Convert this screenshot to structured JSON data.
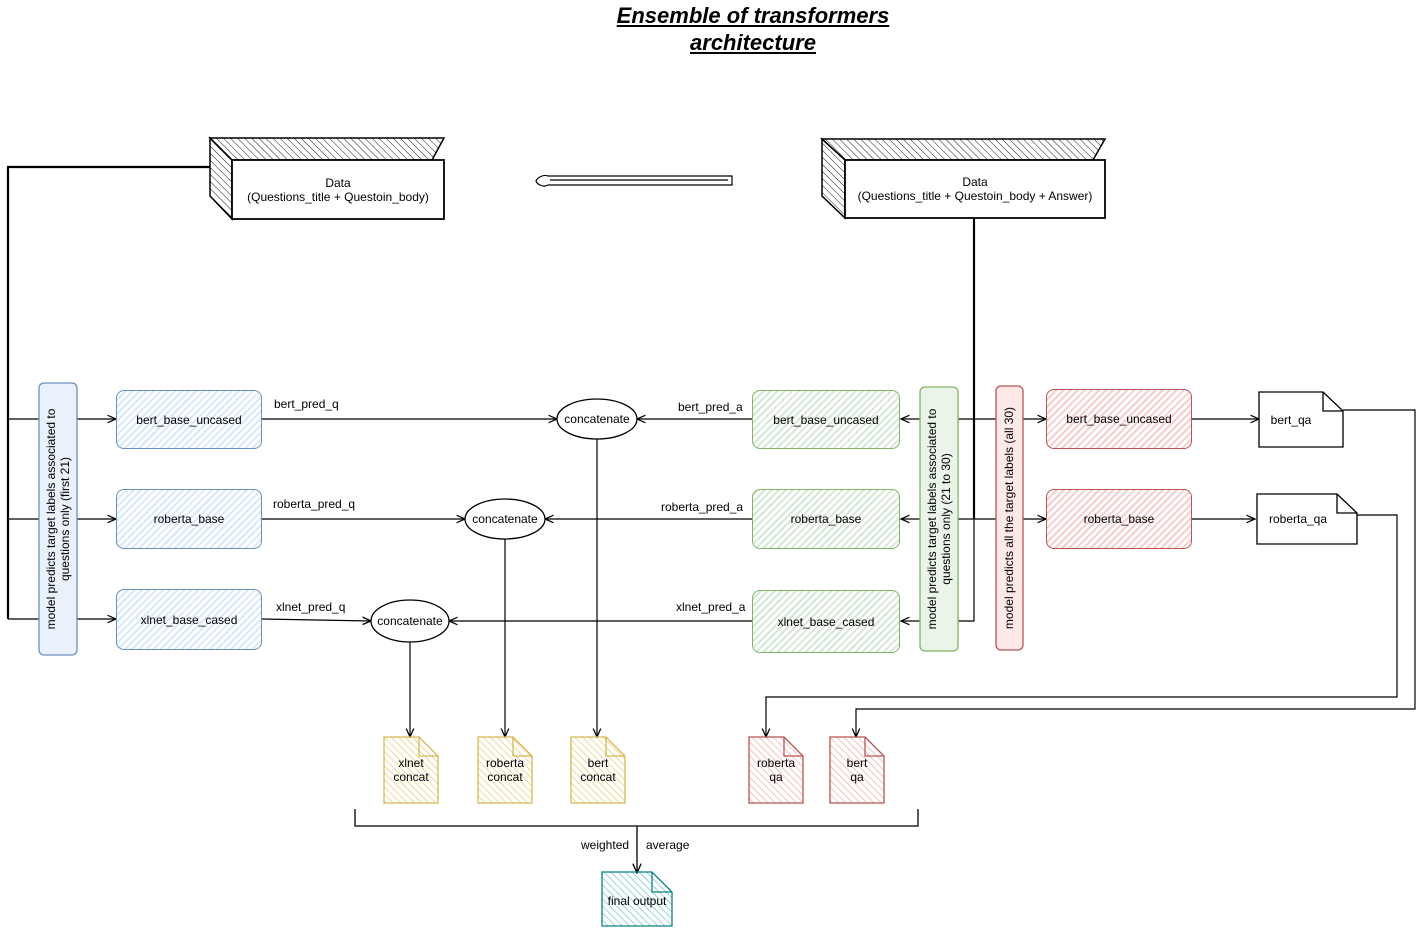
{
  "title": {
    "line1": "Ensemble of transformers",
    "line2": "architecture"
  },
  "data_sources": {
    "left": {
      "label": "Data",
      "sublabel": "(Questions_title + Questoin_body)"
    },
    "right": {
      "label": "Data",
      "sublabel": "(Questions_title + Questoin_body + Answer)"
    }
  },
  "group_labels": {
    "question_models": {
      "line1": "model predicts target labels associated to",
      "line2": "questions only (first 21)"
    },
    "answer_models": {
      "line1": "model predicts target labels associated to",
      "line2": "questions only (21 to 30)"
    },
    "qa_models": {
      "line1": "model predicts all the target labels (all 30)"
    }
  },
  "question_models": [
    "bert_base_uncased",
    "roberta_base",
    "xlnet_base_cased"
  ],
  "answer_models": [
    "bert_base_uncased",
    "roberta_base",
    "xlnet_base_cased"
  ],
  "qa_models": [
    "bert_base_uncased",
    "roberta_base"
  ],
  "qa_outputs": [
    "bert_qa",
    "roberta_qa"
  ],
  "concat_label": "concatenate",
  "edge_labels": {
    "bert_pred_q": "bert_pred_q",
    "roberta_pred_q": "roberta_pred_q",
    "xlnet_pred_q": "xlnet_pred_q",
    "bert_pred_a": "bert_pred_a",
    "roberta_pred_a": "roberta_pred_a",
    "xlnet_pred_a": "xlnet_pred_a"
  },
  "concat_outputs": {
    "xlnet": {
      "line1": "xlnet",
      "line2": "concat"
    },
    "roberta": {
      "line1": "roberta",
      "line2": "concat"
    },
    "bert": {
      "line1": "bert",
      "line2": "concat"
    }
  },
  "qa_docs": {
    "roberta": {
      "line1": "roberta",
      "line2": "qa"
    },
    "bert": {
      "line1": "bert",
      "line2": "qa"
    }
  },
  "aggregation": {
    "left_word": "weighted",
    "right_word": "average"
  },
  "final_output": "final output",
  "colors": {
    "blue_stroke": "#6c8ebf",
    "blue_fill": "#dae8fc",
    "green_stroke": "#82b366",
    "green_fill": "#d5e8d4",
    "red_stroke": "#b85450",
    "red_fill": "#f8cecc",
    "yellow_stroke": "#d6b656",
    "yellow_fill": "#fff2cc",
    "teal_stroke": "#0e8088",
    "teal_fill": "#b0e3e6"
  }
}
